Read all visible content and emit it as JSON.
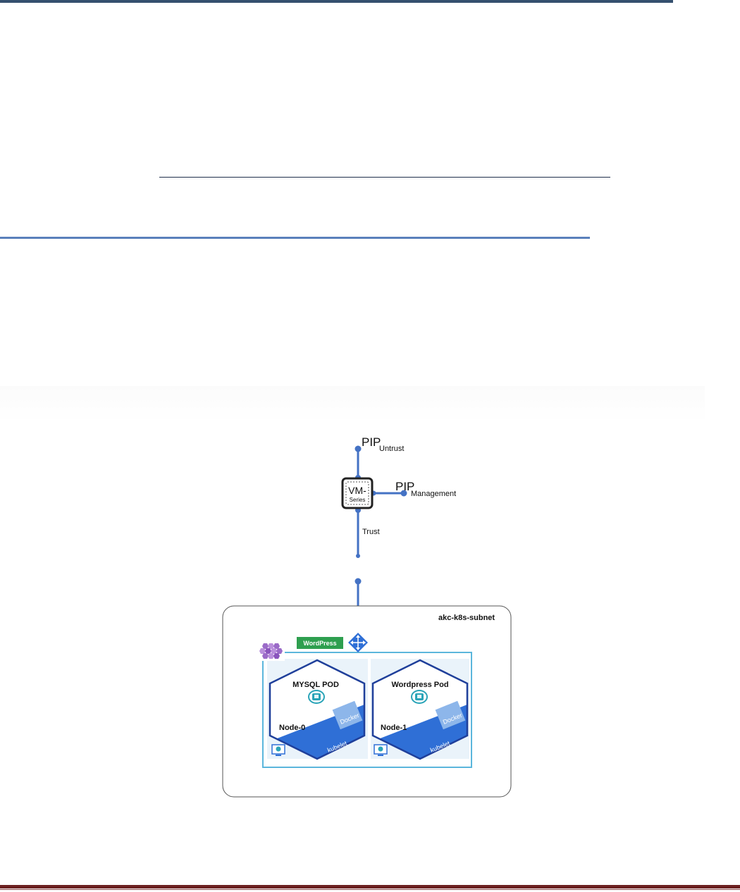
{
  "pip_untrust": {
    "main": "PIP",
    "sub": "Untrust"
  },
  "pip_management": {
    "main": "PIP",
    "sub": "Management"
  },
  "vm_series": {
    "line1": "VM-",
    "line2": "Series"
  },
  "trust_label": "Trust",
  "subnet_label": "akc-k8s-subnet",
  "wordpress_badge": "WordPress",
  "pods": [
    {
      "title": "MYSQL POD",
      "node": "Node-0",
      "kubelet": "kubelet",
      "docker": "Docker"
    },
    {
      "title": "Wordpress Pod",
      "node": "Node-1",
      "kubelet": "kubelet",
      "docker": "Docker"
    }
  ],
  "colors": {
    "link": "#4472c4",
    "badge": "#2e9f4f",
    "lb": "#2f6fd6",
    "cluster_border": "#5bb6dc",
    "pod_stripe": "#2f6fd6",
    "node_bg": "#eaf3fa",
    "hex_border": "#1f3f9a"
  }
}
